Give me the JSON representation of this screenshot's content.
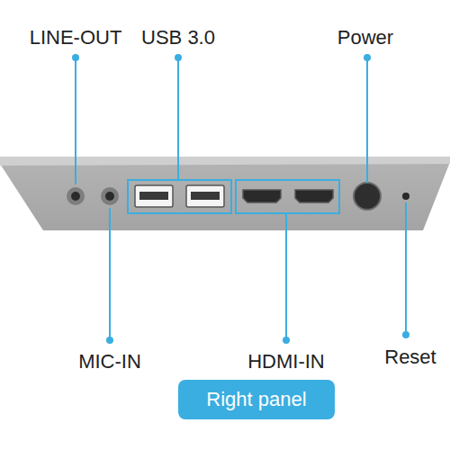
{
  "diagram": {
    "nodes": [
      {
        "text": [
          "Right panel"
        ]
      }
    ],
    "labels": [
      "LINE-OUT",
      "USB 3.0",
      "Power",
      "MIC-IN",
      "HDMI-IN",
      "Reset"
    ]
  }
}
